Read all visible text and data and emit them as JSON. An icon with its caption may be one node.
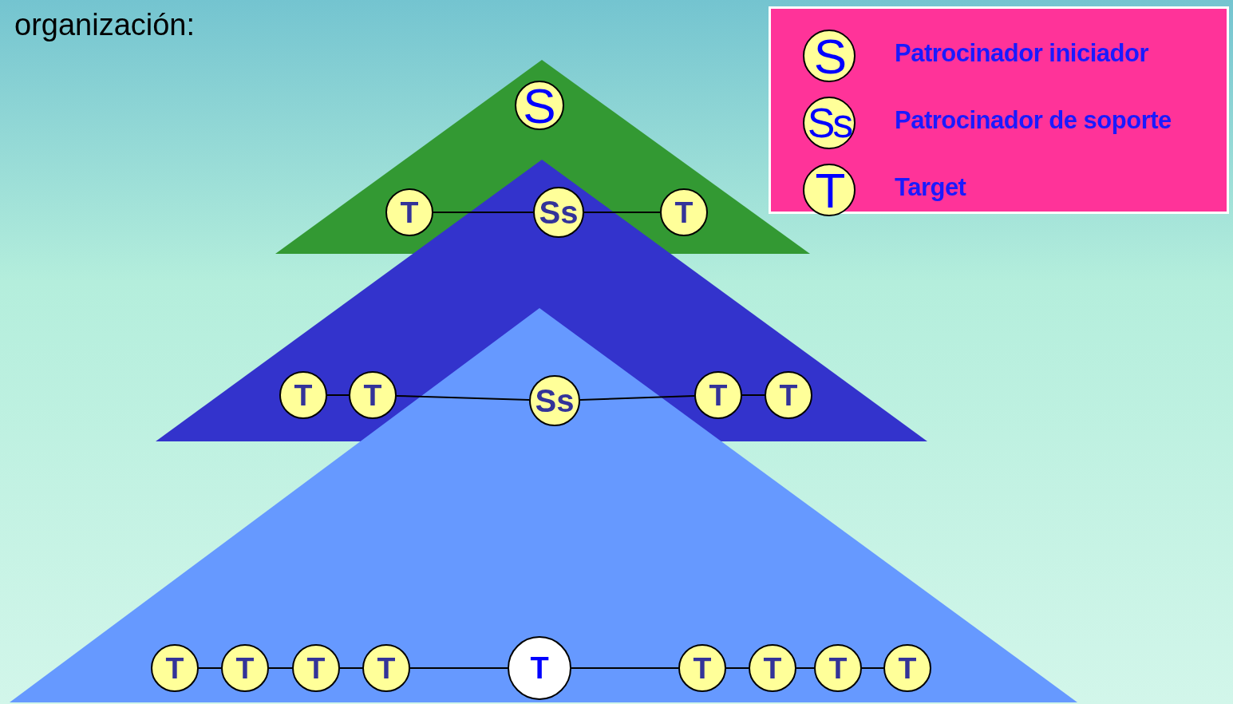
{
  "diagram": {
    "title": "organización:",
    "nodes": [
      {
        "text": [
          "S"
        ]
      },
      {
        "text": [
          "T"
        ]
      },
      {
        "text": [
          "Ss"
        ]
      },
      {
        "text": [
          "T"
        ]
      },
      {
        "text": [
          "T"
        ]
      },
      {
        "text": [
          "T"
        ]
      },
      {
        "text": [
          "Ss"
        ]
      },
      {
        "text": [
          "T"
        ]
      },
      {
        "text": [
          "T"
        ]
      },
      {
        "text": [
          "T"
        ]
      },
      {
        "text": [
          "T"
        ]
      },
      {
        "text": [
          "T"
        ]
      },
      {
        "text": [
          "T"
        ]
      },
      {
        "text": [
          "T"
        ]
      },
      {
        "text": [
          "T"
        ]
      },
      {
        "text": [
          "T"
        ]
      },
      {
        "text": [
          "T"
        ]
      },
      {
        "text": [
          "T"
        ]
      }
    ],
    "edges": [
      {
        "from": 1,
        "to": 2,
        "arrow": "none"
      },
      {
        "from": 2,
        "to": 3,
        "arrow": "none"
      },
      {
        "from": 4,
        "to": 5,
        "arrow": "none"
      },
      {
        "from": 5,
        "to": 6,
        "arrow": "none"
      },
      {
        "from": 6,
        "to": 7,
        "arrow": "none"
      },
      {
        "from": 7,
        "to": 8,
        "arrow": "none"
      },
      {
        "from": 9,
        "to": 10,
        "arrow": "none"
      },
      {
        "from": 10,
        "to": 11,
        "arrow": "none"
      },
      {
        "from": 11,
        "to": 12,
        "arrow": "none"
      },
      {
        "from": 12,
        "to": 13,
        "arrow": "none"
      },
      {
        "from": 13,
        "to": 14,
        "arrow": "none"
      },
      {
        "from": 14,
        "to": 15,
        "arrow": "none"
      },
      {
        "from": 15,
        "to": 16,
        "arrow": "none"
      },
      {
        "from": 16,
        "to": 17,
        "arrow": "none"
      }
    ],
    "labels": [
      "S",
      "Ss",
      "T"
    ],
    "legend": [
      {
        "text": "Patrocinador iniciador"
      },
      {
        "text": "Patrocinador de soporte"
      },
      {
        "text": "Target"
      }
    ]
  }
}
